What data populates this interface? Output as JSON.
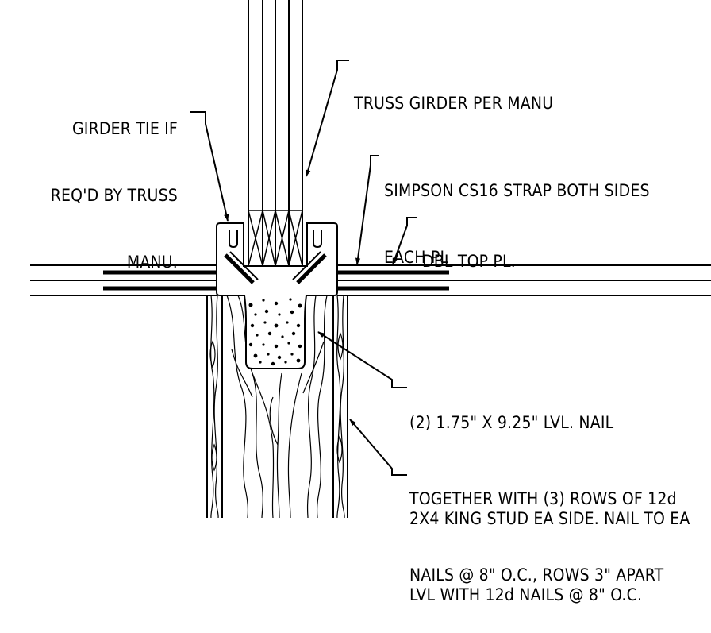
{
  "callouts": {
    "truss_girder": {
      "lines": [
        "TRUSS GIRDER PER MANU"
      ]
    },
    "girder_tie": {
      "lines": [
        "GIRDER TIE IF",
        "REQ'D BY TRUSS",
        "MANU."
      ]
    },
    "simpson_strap": {
      "lines": [
        "SIMPSON CS16 STRAP BOTH SIDES",
        "EACH PL"
      ]
    },
    "dbl_top_plate": {
      "lines": [
        "DBL TOP PL."
      ]
    },
    "lvl_header": {
      "lines": [
        "(2) 1.75\" X 9.25\" LVL. NAIL",
        "TOGETHER WITH (3) ROWS OF 12d",
        "NAILS @ 8\" O.C., ROWS 3\" APART"
      ]
    },
    "king_stud": {
      "lines": [
        "2X4 KING STUD EA SIDE. NAIL TO EA",
        "LVL WITH 12d NAILS @ 8\" O.C."
      ]
    }
  },
  "colors": {
    "line": "#000000",
    "background": "#ffffff"
  }
}
